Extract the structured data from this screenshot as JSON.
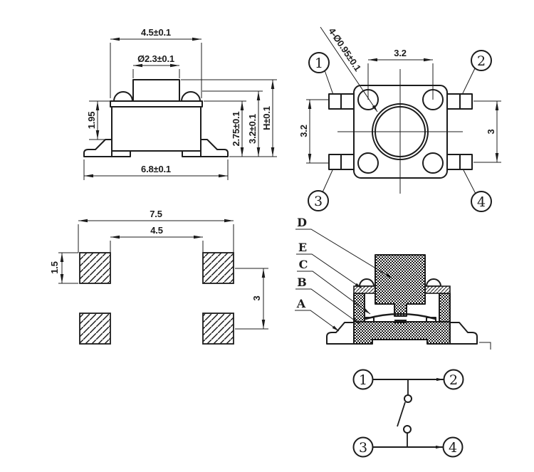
{
  "colors": {
    "background": "#ffffff",
    "line": "#1c1c1c"
  },
  "front_view": {
    "dims": {
      "top_width": "4.5±0.1",
      "knob_diameter": "Ø2.3±0.1",
      "body_height": "1.95",
      "height_base": "2.75±0.1",
      "height_dome": "3.2±0.1",
      "height_overall": "H±0.1",
      "bottom_width": "6.8±0.1"
    }
  },
  "top_view": {
    "hole_note": "4-Ø0.95±0.1",
    "dims": {
      "hole_pitch_x": "3.2",
      "hole_pitch_y": "3.2",
      "terminal_pitch": "3"
    },
    "balloons": [
      "1",
      "2",
      "3",
      "4"
    ]
  },
  "land_pattern": {
    "dims": {
      "outer_span": "7.5",
      "inner_span": "4.5",
      "pad_height": "1.5",
      "row_pitch": "3"
    }
  },
  "section_view": {
    "labels": [
      "D",
      "E",
      "C",
      "B",
      "A"
    ]
  },
  "schematic": {
    "terminals": [
      "1",
      "2",
      "3",
      "4"
    ]
  }
}
